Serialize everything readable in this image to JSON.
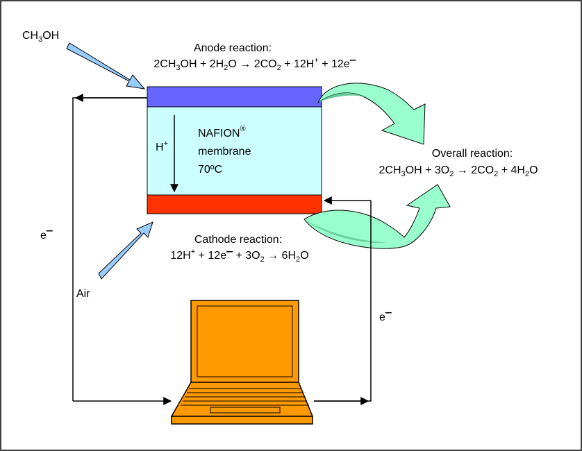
{
  "fuel": {
    "parts": [
      "CH",
      "3",
      "OH"
    ]
  },
  "anode": {
    "title": "Anode reaction:",
    "eq": [
      "2CH",
      "3",
      "OH + 2H",
      "2",
      "O ",
      "→",
      " 2CO",
      "2",
      " + 12H",
      "+",
      " + 12e",
      "‒"
    ]
  },
  "membrane": {
    "name": "NAFION",
    "mark": "®",
    "line2": "membrane",
    "temp": "70ºC",
    "proton": "H",
    "proton_sup": "+"
  },
  "overall": {
    "title": "Overall reaction:",
    "eq": [
      "2CH",
      "3",
      "OH + 3O",
      "2",
      " ",
      "→",
      " 2CO",
      "2",
      " + 4H",
      "2",
      "O"
    ]
  },
  "cathode": {
    "title": "Cathode reaction:",
    "eq": [
      "12H",
      "+",
      " + 12e",
      "‒",
      " + 3O",
      "2",
      " ",
      "→",
      " 6H",
      "2",
      "O"
    ]
  },
  "air_label": "Air",
  "electron_left": [
    "e",
    "‒"
  ],
  "electron_right": [
    "e",
    "‒"
  ],
  "colors": {
    "anode": "#6666ff",
    "membrane": "#ccffff",
    "cathode": "#ff3300",
    "reaction_arrow": "#99ffcc",
    "reaction_arrow_shade": "#66cc99",
    "input_arrow": "#99ccff",
    "laptop": "#ff9900"
  }
}
